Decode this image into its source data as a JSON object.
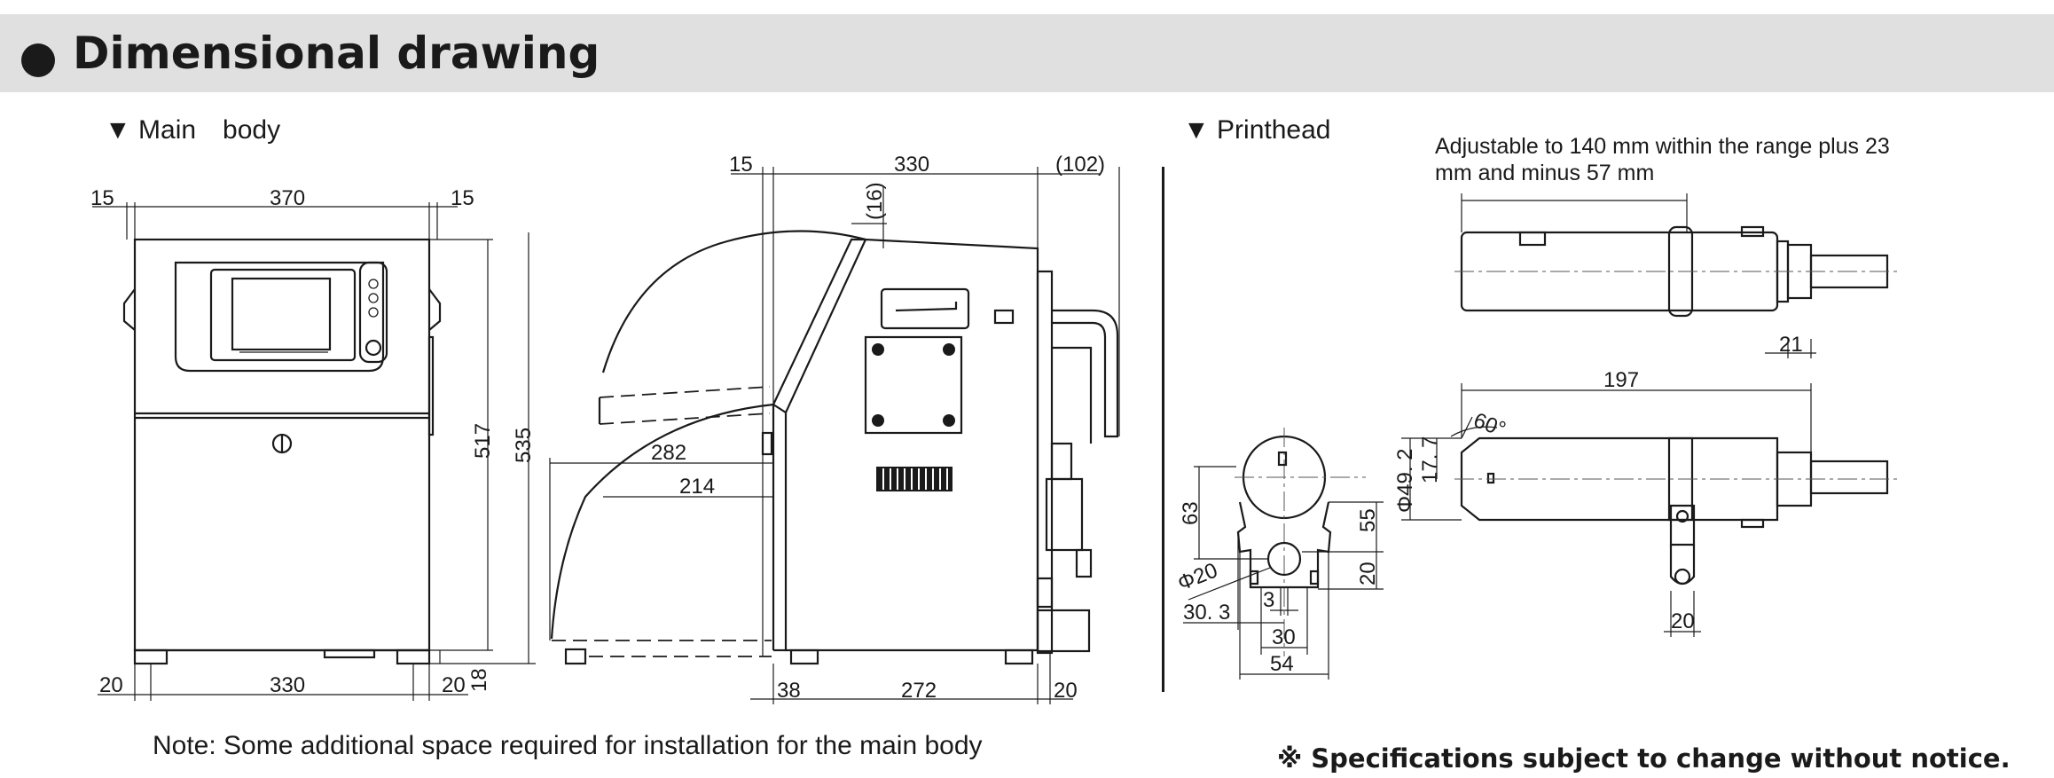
{
  "header": {
    "title": "Dimensional drawing"
  },
  "sections": {
    "main_body": "▼ Main　body",
    "printhead": "▼ Printhead"
  },
  "notes": {
    "adjustable": "Adjustable to 140 mm within the range plus 23 mm and minus 57 mm",
    "installation": "Note: Some additional space required for installation for the main body",
    "specifications": "※ Specifications subject to change without notice."
  },
  "dimensions": {
    "front": {
      "side_left": "15",
      "width": "370",
      "side_right": "15",
      "height_517": "517",
      "height_535": "535",
      "foot_left": "20",
      "base": "330",
      "foot_right": "20",
      "foot_height": "18"
    },
    "side": {
      "top_left": "15",
      "depth": "330",
      "top_right": "(102)",
      "gap": "(16)",
      "door_282": "282",
      "door_214": "214",
      "bottom_left": "38",
      "bottom_depth": "272",
      "bottom_right": "20"
    },
    "printhead": {
      "length_21": "21",
      "length_197": "197",
      "angle": "60°",
      "dia_49": "Φ49. 2",
      "offset_17": "17. 7",
      "h_63": "63",
      "h_55": "55",
      "h_20": "20",
      "dia_20": "Φ20",
      "w_30_3": "30. 3",
      "w_3": "3",
      "w_30": "30",
      "w_54": "54",
      "w_20": "20"
    }
  }
}
